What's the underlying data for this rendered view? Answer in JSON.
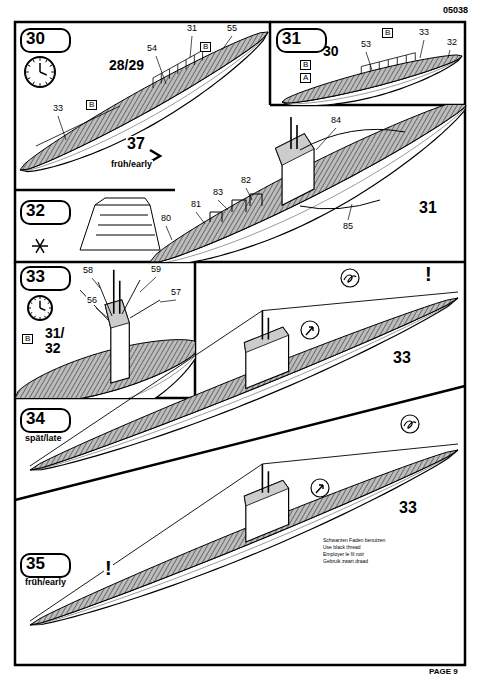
{
  "diagram": {
    "nodes": [
      {
        "text": [
          "30"
        ]
      },
      {
        "text": [
          "31"
        ]
      },
      {
        "text": [
          "32"
        ]
      },
      {
        "text": [
          "33"
        ]
      },
      {
        "text": [
          "34"
        ]
      },
      {
        "text": [
          "35"
        ]
      }
    ],
    "labels": [
      "05038",
      "28/29",
      "31",
      "55",
      "54",
      "B",
      "33",
      "B",
      "53",
      "B",
      "33",
      "32",
      "B",
      "A",
      "30",
      "37",
      "früh/early",
      "84",
      "82",
      "81",
      "83",
      "80",
      "85",
      "31",
      "58",
      "59",
      "57",
      "56",
      "B",
      "31/ 32",
      "!",
      "33",
      "spät/late",
      "!",
      "33",
      "früh/early",
      "!",
      "Schwarzen Faden benutzen",
      "Use black thread",
      "Employer le fil noir",
      "Gebruik zwart draad",
      "PAGE 9"
    ]
  }
}
